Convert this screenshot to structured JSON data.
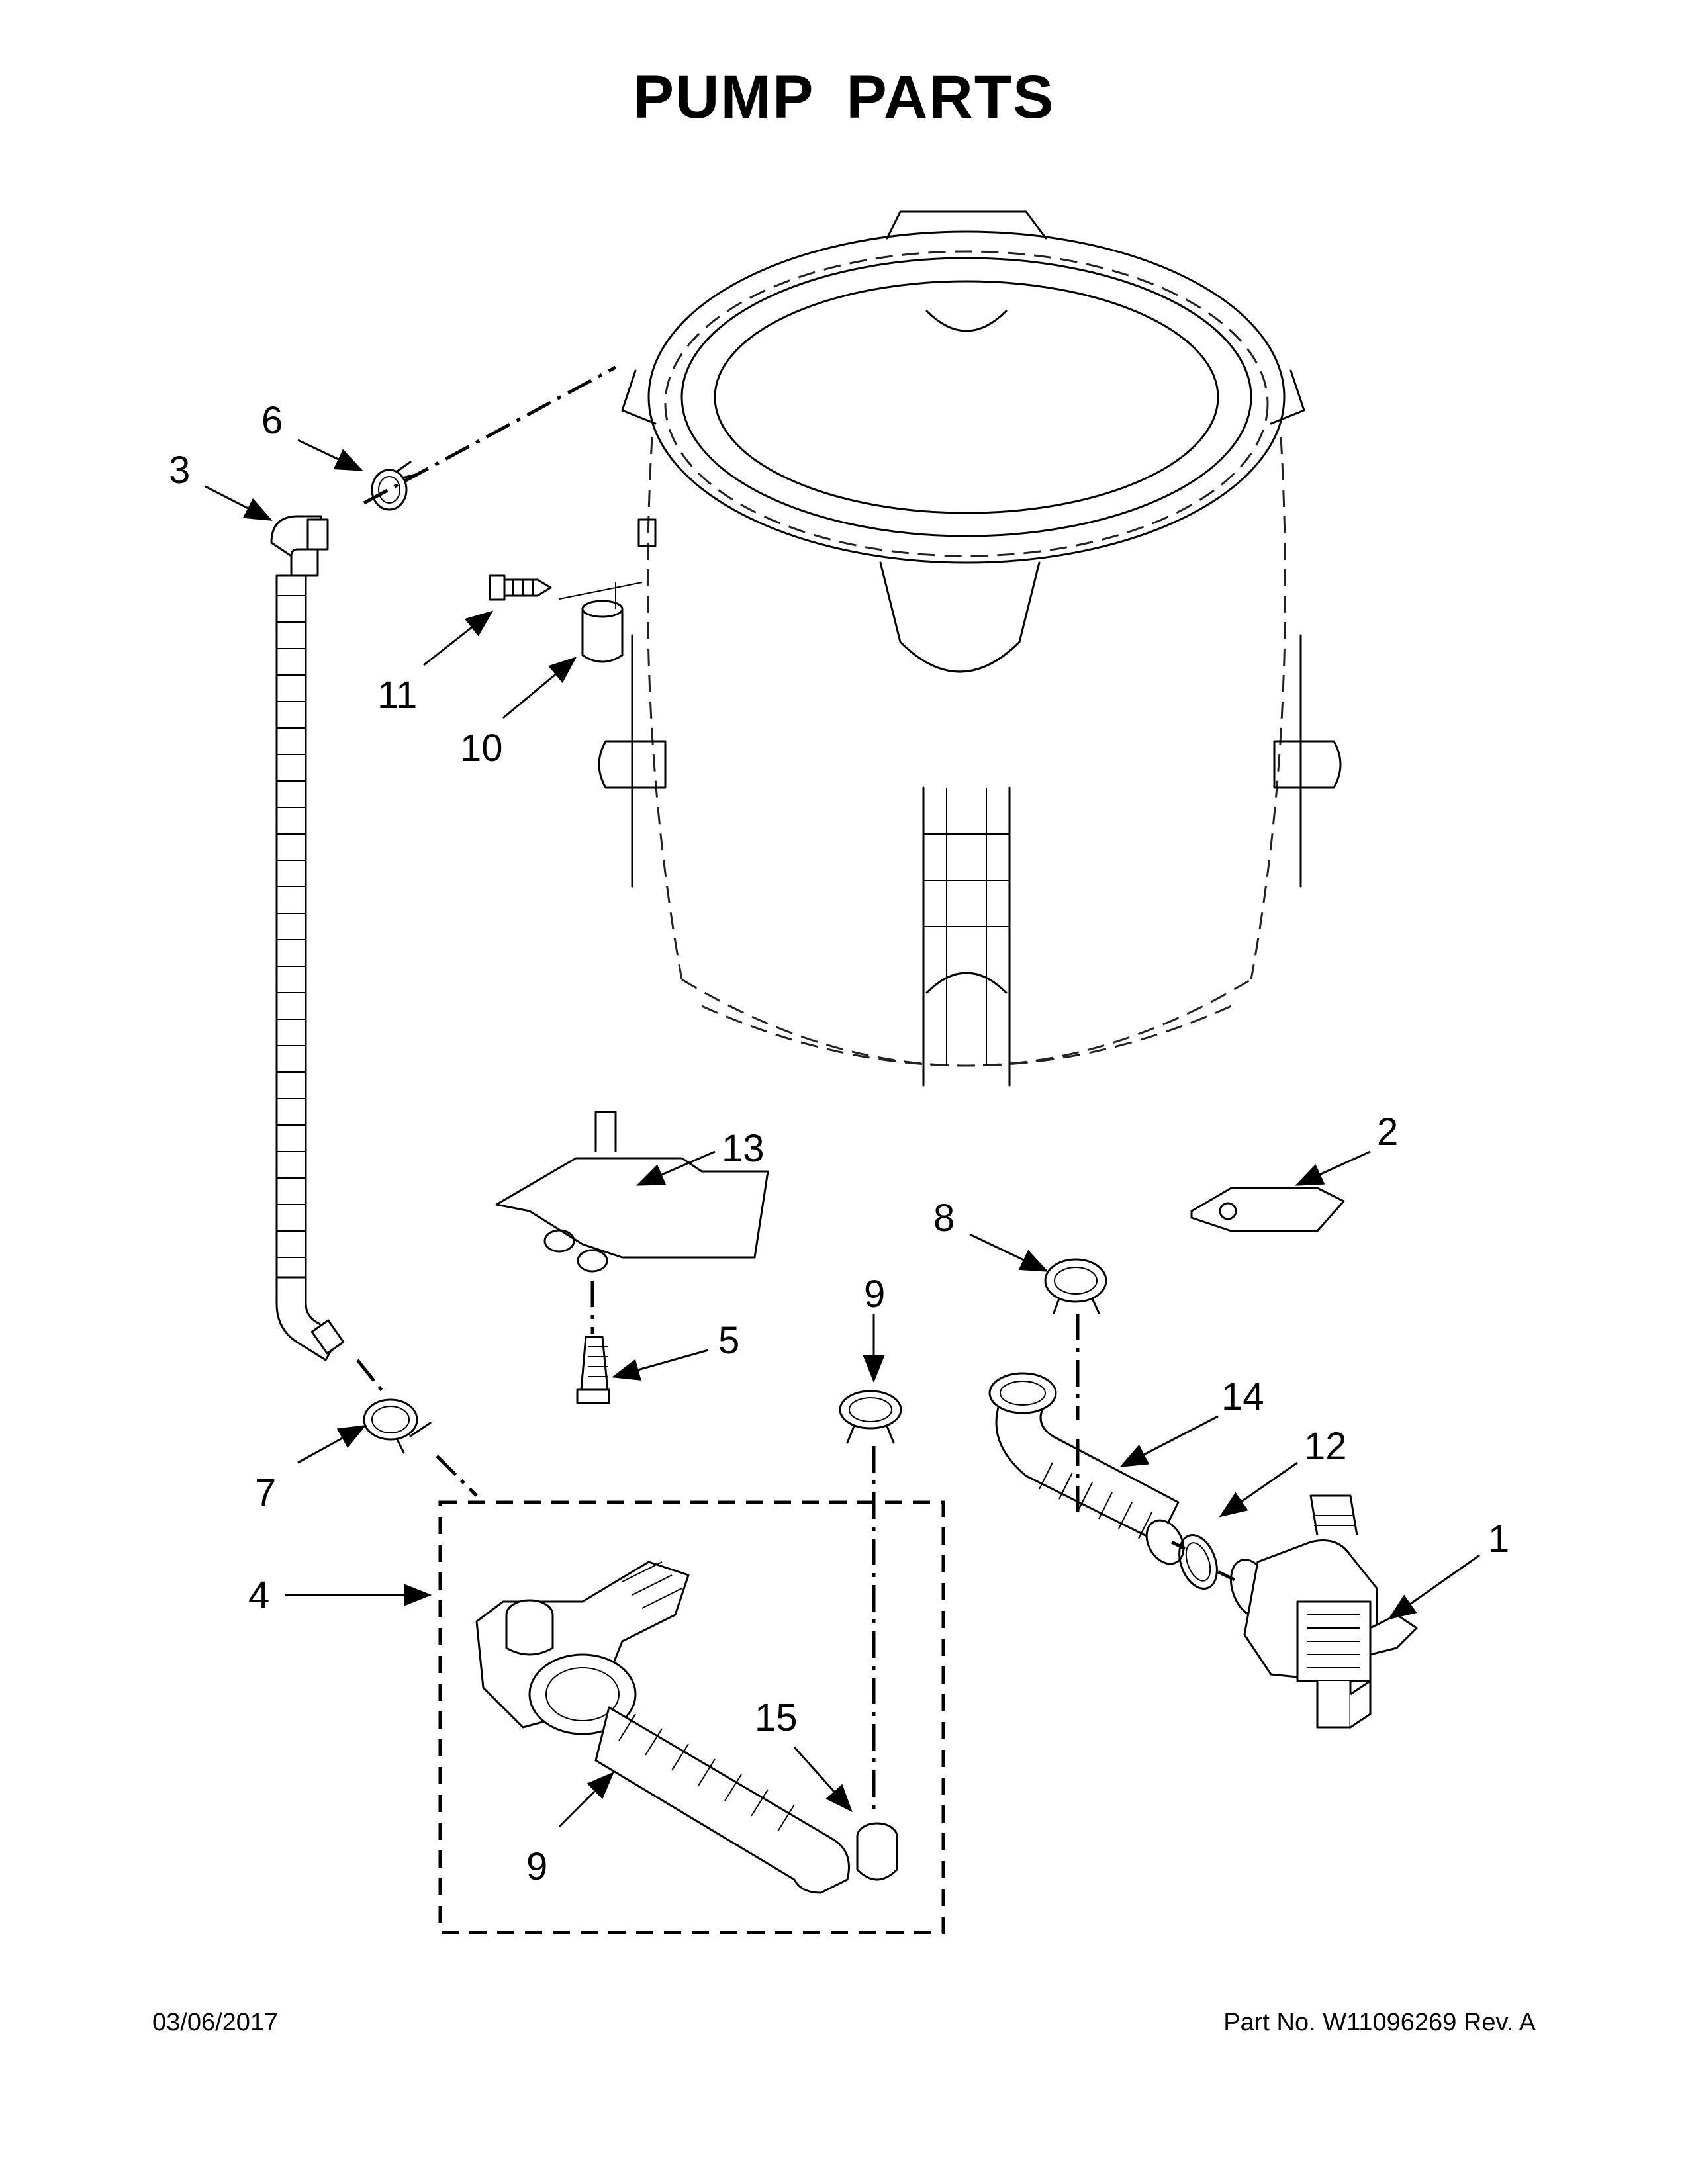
{
  "title": "PUMP PARTS",
  "footer": {
    "date": "03/06/2017",
    "part_number": "Part No.  W11096269  Rev.  A"
  },
  "callouts": {
    "c1": "1",
    "c2": "2",
    "c3": "3",
    "c4": "4",
    "c5": "5",
    "c6": "6",
    "c7": "7",
    "c8": "8",
    "c9a": "9",
    "c9b": "9",
    "c10": "10",
    "c11": "11",
    "c12": "12",
    "c13": "13",
    "c14": "14",
    "c15": "15"
  }
}
